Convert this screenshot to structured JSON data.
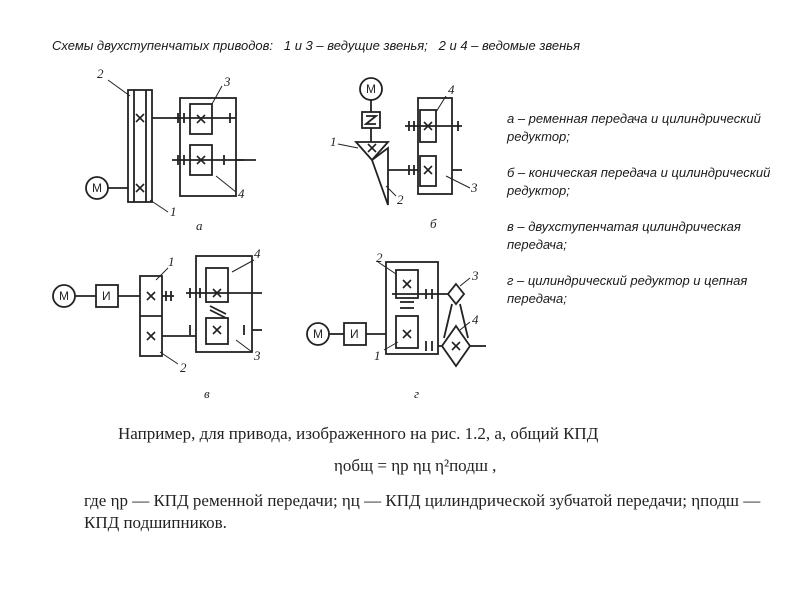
{
  "header": {
    "text": "Схемы двухступенчатых приводов:   1 и 3 – ведущие звенья;   2 и 4 – ведомые звенья"
  },
  "legend": [
    "а – ременная передача и цилиндрический редуктор;",
    "б – коническая передача и цилиндрический редуктор;",
    "в – двухступенчатая цилиндрическая передача;",
    "г – цилиндрический редуктор и цепная передача;"
  ],
  "diagram_labels": {
    "a": {
      "letter": "а",
      "motor": "М",
      "l1": "1",
      "l2": "2",
      "l3": "3",
      "l4": "4"
    },
    "b": {
      "letter": "б",
      "motor": "М",
      "l1": "1",
      "l2": "2",
      "l3": "3",
      "l4": "4"
    },
    "v": {
      "letter": "в",
      "motor": "М",
      "coupling": "И",
      "l1": "1",
      "l2": "2",
      "l3": "3",
      "l4": "4"
    },
    "g": {
      "letter": "г",
      "motor": "М",
      "coupling": "И",
      "l1": "1",
      "l2": "2",
      "l3": "3",
      "l4": "4"
    }
  },
  "text_block": {
    "intro": "Например, для привода, изображенного на рис. 1.2, а, общий КПД",
    "formula": "ηобщ = ηр ηц η²подш ,",
    "where": "где ηр — КПД ременной передачи; ηц — КПД цилиндрической зубчатой передачи; ηподш — КПД подшипников."
  }
}
